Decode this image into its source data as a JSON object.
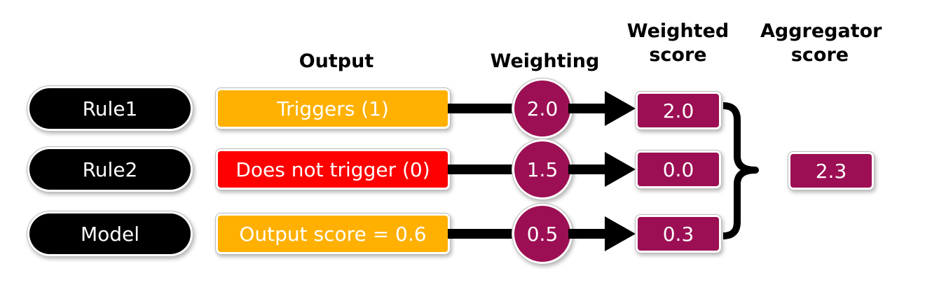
{
  "headers": {
    "output": "Output",
    "weighting": "Weighting",
    "weighted_score": [
      "Weighted",
      "score"
    ],
    "aggregator_score": [
      "Aggregator",
      "score"
    ]
  },
  "rows": [
    {
      "rule": "Rule1",
      "output": "Triggers (1)",
      "output_color": "#ffb000",
      "weight": "2.0",
      "weighted_score": "2.0"
    },
    {
      "rule": "Rule2",
      "output": "Does not trigger (0)",
      "output_color": "#ff0000",
      "weight": "1.5",
      "weighted_score": "0.0"
    },
    {
      "rule": "Model",
      "output": "Output score = 0.6",
      "output_color": "#ffb000",
      "weight": "0.5",
      "weighted_score": "0.3"
    }
  ],
  "aggregator": {
    "value": "2.3"
  },
  "colors": {
    "score_fill": "#9c0f54",
    "pill_fill": "#000000",
    "connector": "#000000"
  }
}
